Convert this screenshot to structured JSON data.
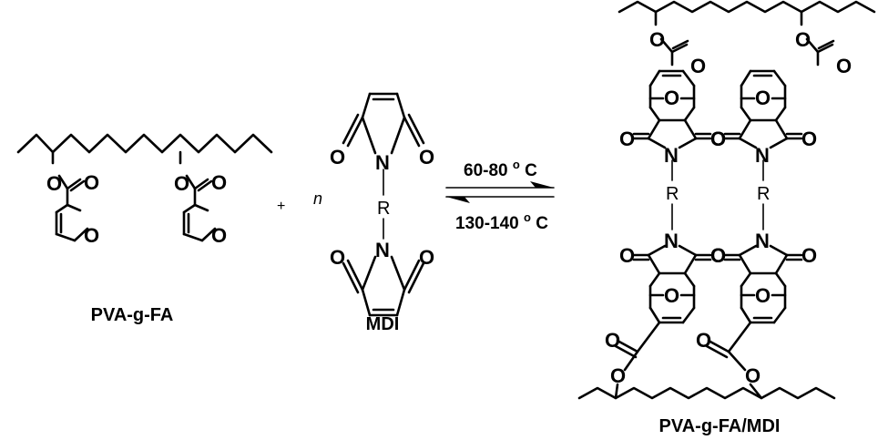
{
  "atoms": {
    "oxygen": "O",
    "nitrogen": "N",
    "r_group": "R"
  },
  "reactant1": {
    "label": "PVA-g-FA"
  },
  "operator": {
    "plus": "+",
    "n": "n"
  },
  "reactant2": {
    "label": "MDI"
  },
  "conditions": {
    "forward_temp": "60-80",
    "reverse_temp": "130-140",
    "degree": "o",
    "unit": "C"
  },
  "product": {
    "label": "PVA-g-FA/MDI"
  }
}
